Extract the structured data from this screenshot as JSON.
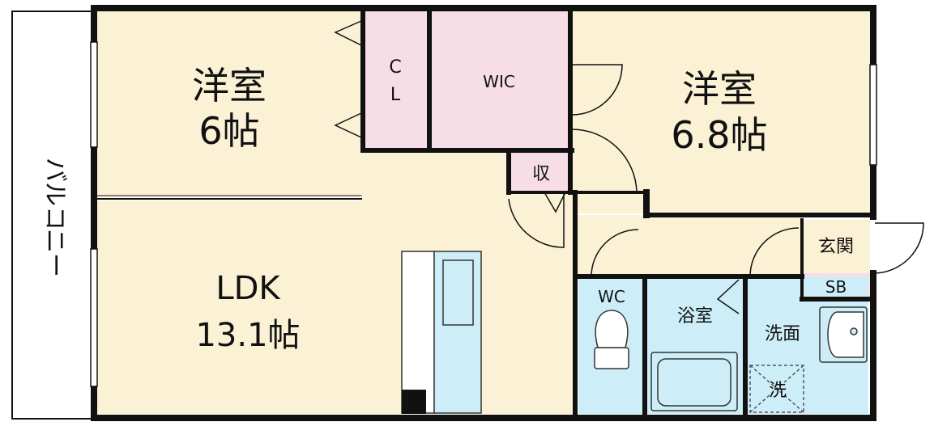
{
  "colors": {
    "room_fill": "#fbf2d5",
    "closet_fill": "#f6dde6",
    "water_fill": "#cdeef8",
    "wall": "#111111"
  },
  "rooms": {
    "western_1": {
      "name": "洋室",
      "size": "6帖"
    },
    "western_2": {
      "name": "洋室",
      "size": "6.8帖"
    },
    "ldk": {
      "name": "LDK",
      "size": "13.1帖"
    },
    "cl": {
      "line1": "C",
      "line2": "L"
    },
    "wic": "WIC",
    "storage": "収",
    "entrance": "玄関",
    "shoebox": "SB",
    "wc": "WC",
    "bath": "浴室",
    "washroom": "洗面",
    "washer": "洗",
    "balcony": [
      "バ",
      "ル",
      "コ",
      "ニ",
      "ー"
    ]
  }
}
